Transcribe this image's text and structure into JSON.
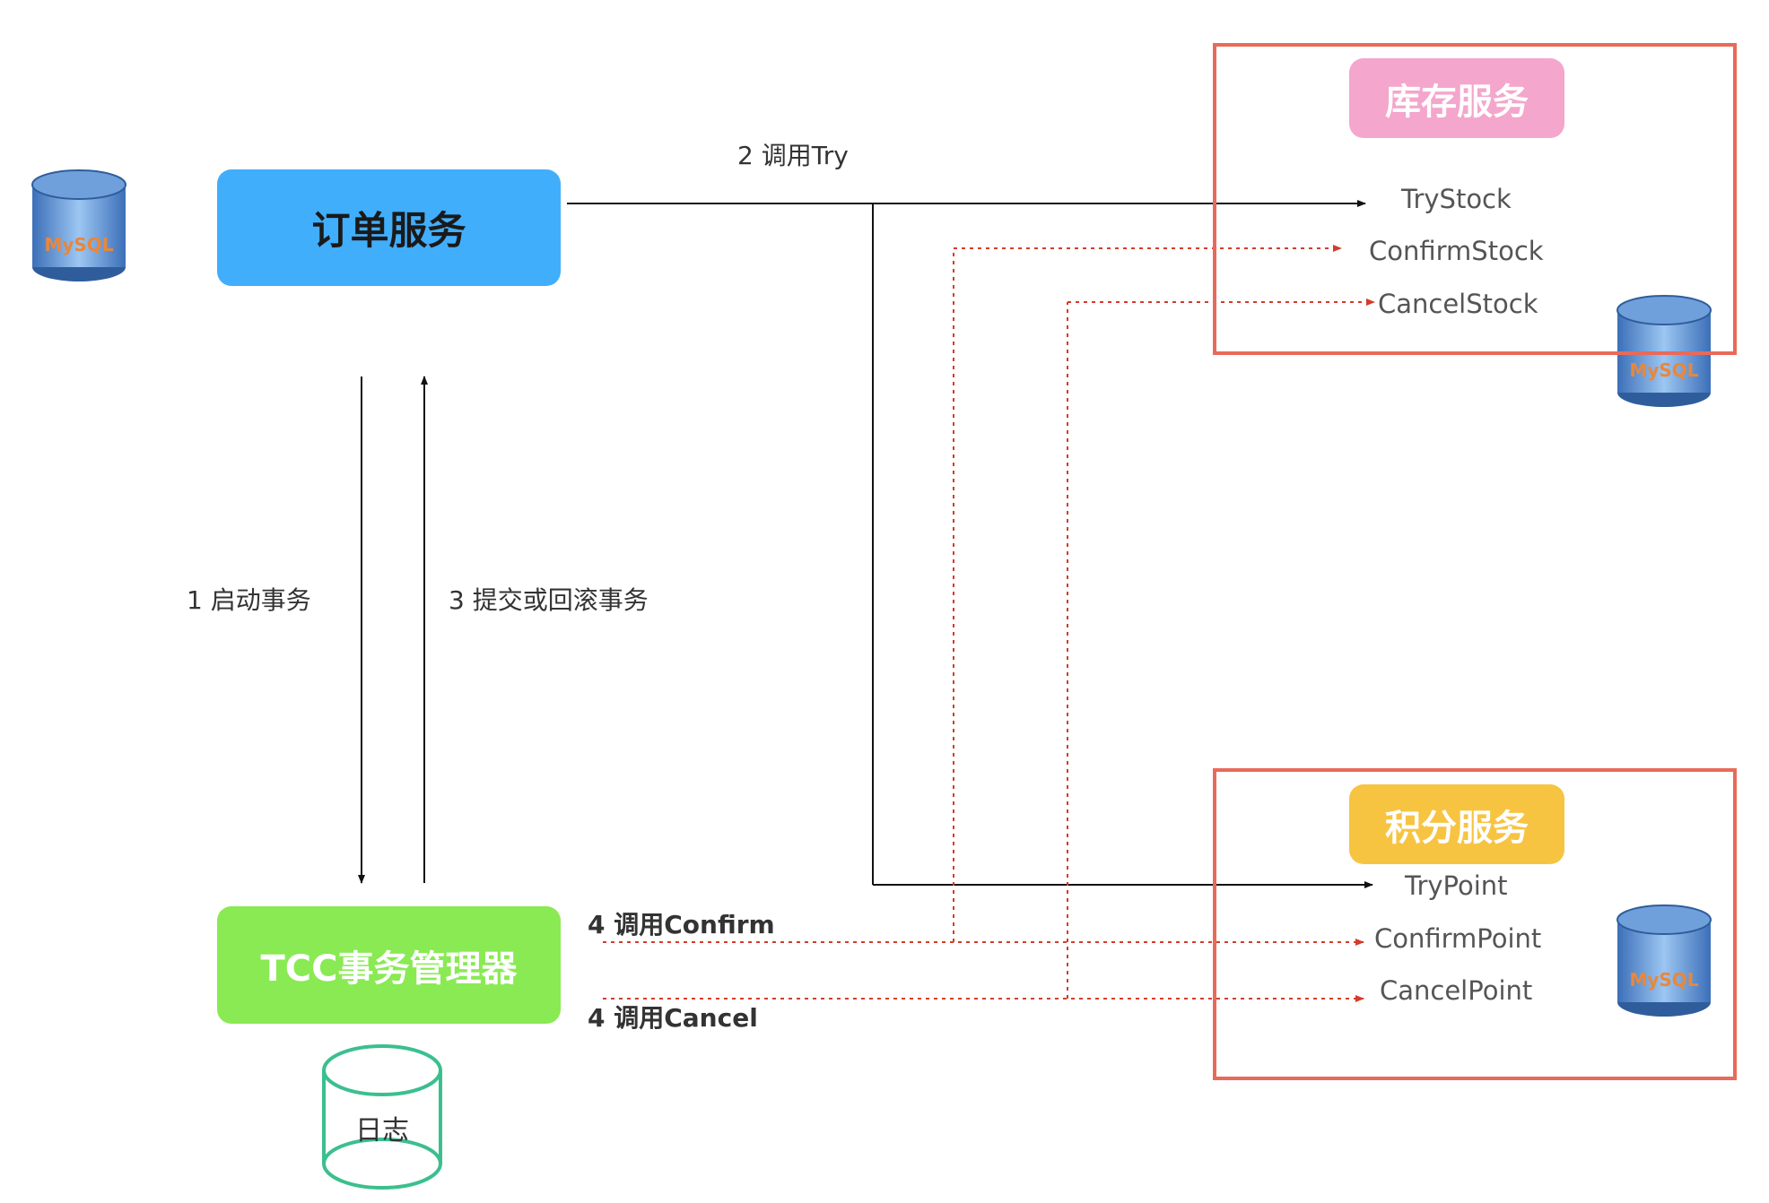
{
  "nodes": {
    "order_service": "订单服务",
    "tcc_manager": "TCC事务管理器",
    "stock_service": "库存服务",
    "point_service": "积分服务",
    "log": "日志"
  },
  "edges": {
    "start_tx": "1 启动事务",
    "call_try": "2 调用Try",
    "commit_rollback": "3 提交或回滚事务",
    "call_confirm": "4 调用Confirm",
    "call_cancel": "4 调用Cancel"
  },
  "stock_methods": [
    "TryStock",
    "ConfirmStock",
    "CancelStock"
  ],
  "point_methods": [
    "TryPoint",
    "ConfirmPoint",
    "CancelPoint"
  ],
  "database_label": "MySQL",
  "colors": {
    "order_service": "#41aefb",
    "tcc_manager": "#89ea53",
    "stock_service": "#f4a6cc",
    "point_service": "#f7c442",
    "frame": "#e86a5a",
    "dotted": "#d33c2c",
    "log": "#3bbf8f"
  },
  "icons": [
    "mysql-database-icon",
    "log-storage-icon"
  ]
}
